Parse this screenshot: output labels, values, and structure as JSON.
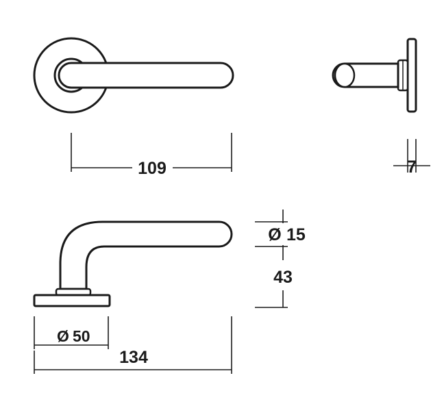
{
  "dimensions": {
    "top_length": "109",
    "rose_thickness": "7",
    "lever_diameter": "15",
    "lever_height": "43",
    "rose_diameter": "50",
    "total_length": "134"
  },
  "symbols": {
    "diameter": "Ø"
  }
}
